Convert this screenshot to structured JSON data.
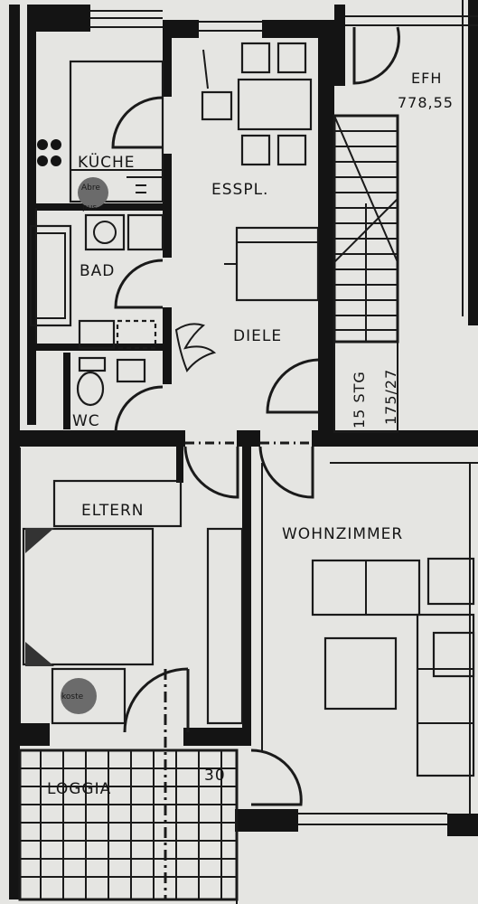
{
  "rooms": {
    "kitchen": "KÜCHE",
    "dining": "ESSPL.",
    "bath": "BAD",
    "hall": "DIELE",
    "wc": "WC",
    "parents": "ELTERN",
    "living": "WOHNZIMMER",
    "loggia": "LOGGIA"
  },
  "stairs": {
    "steps": "15 STG",
    "ratio": "175/27"
  },
  "level": {
    "label": "EFH",
    "value": "778,55"
  },
  "dimension": "30",
  "overlay_dots": {
    "upper": "Abre",
    "upper_sub": "pus",
    "lower": "koste"
  },
  "colors": {
    "paper": "#e9e9e6",
    "ink": "#141414",
    "dot": "#6b6b6b"
  }
}
